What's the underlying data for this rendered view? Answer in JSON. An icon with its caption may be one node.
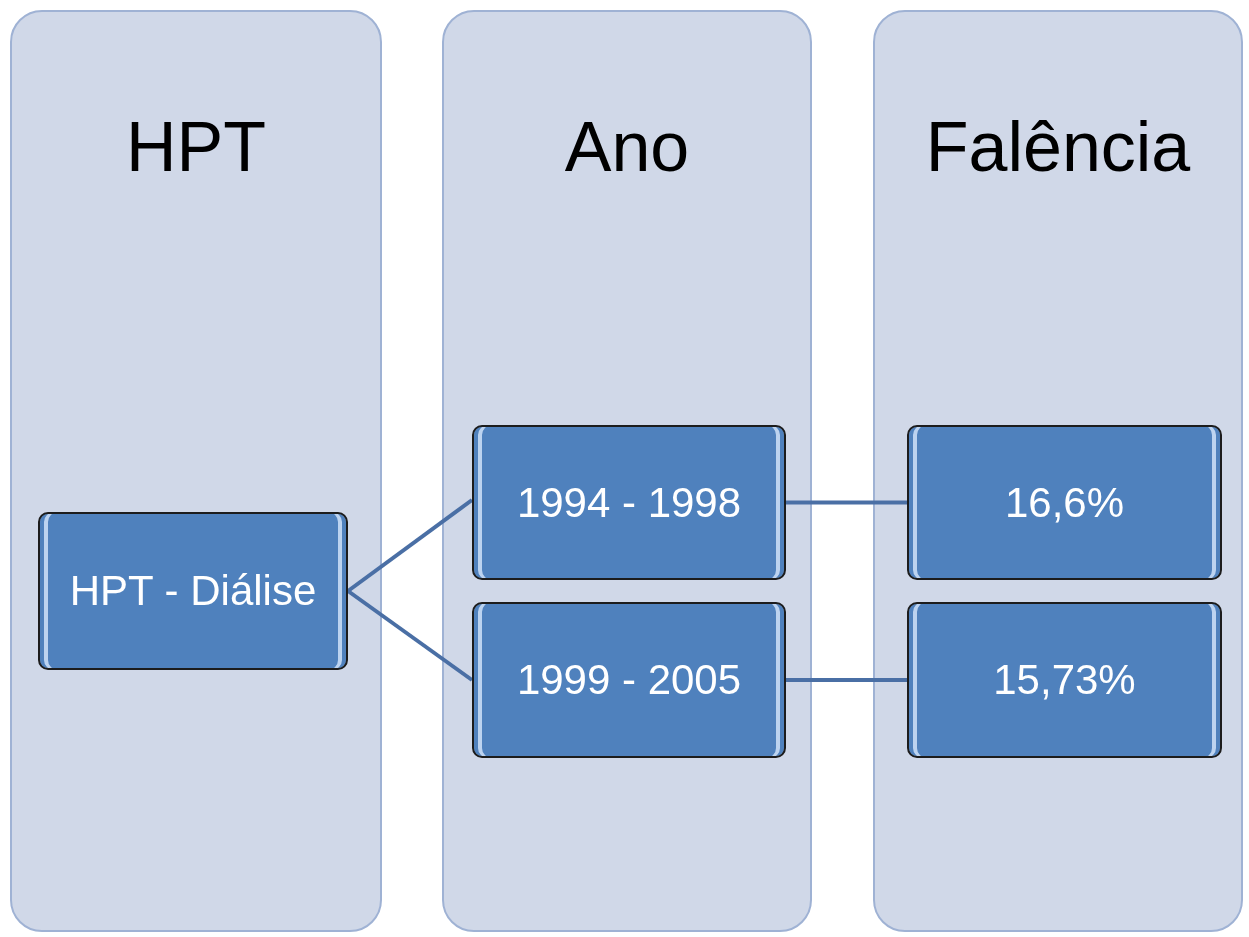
{
  "diagram": {
    "nodes": [
      {
        "text": [
          "HPT"
        ]
      },
      {
        "text": [
          "Ano"
        ]
      },
      {
        "text": [
          "Falência"
        ]
      },
      {
        "text": [
          "HPT - Diálise"
        ],
        "in": 0
      },
      {
        "text": [
          "1994 - 1998"
        ],
        "in": 1
      },
      {
        "text": [
          "1999 - 2005"
        ],
        "in": 1
      },
      {
        "text": [
          "16,6%"
        ],
        "in": 2
      },
      {
        "text": [
          "15,73%"
        ],
        "in": 2
      }
    ],
    "edges": [
      {
        "from": 3,
        "to": 4,
        "arrow": "none"
      },
      {
        "from": 3,
        "to": 5,
        "arrow": "none"
      },
      {
        "from": 4,
        "to": 6,
        "arrow": "none"
      },
      {
        "from": 5,
        "to": 7,
        "arrow": "none"
      }
    ]
  }
}
